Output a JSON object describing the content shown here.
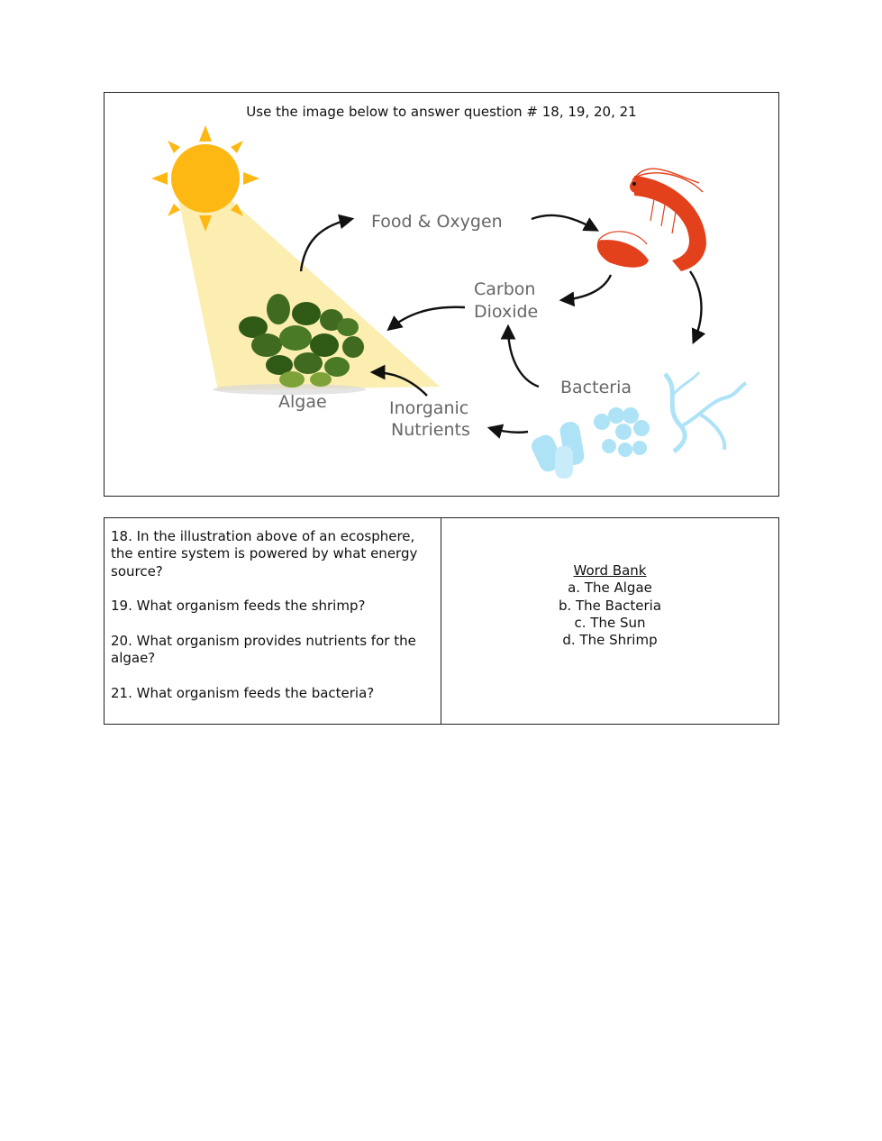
{
  "diagram": {
    "instruction": "Use the image below to answer question # 18, 19, 20, 21",
    "labels": {
      "food_oxygen": "Food & Oxygen",
      "carbon": "Carbon",
      "dioxide": "Dioxide",
      "algae": "Algae",
      "inorganic": "Inorganic",
      "nutrients": "Nutrients",
      "bacteria": "Bacteria"
    },
    "colors": {
      "sun": "#fdb813",
      "light_beam": "#fbeeb0",
      "algae": "#3f6a1f",
      "shrimp": "#e2411b",
      "bacteria": "#aee3f7",
      "label_text": "#666666"
    },
    "icons": [
      "sun-icon",
      "algae-cluster-icon",
      "shrimp-icon",
      "bacteria-icon"
    ]
  },
  "questions": [
    "18. In the illustration above of an ecosphere, the entire system is powered by what energy source?",
    "19. What organism feeds the shrimp?",
    "20. What organism provides nutrients for the algae?",
    "21. What organism feeds the bacteria?"
  ],
  "word_bank": {
    "title": "Word Bank",
    "items": [
      "a. The Algae",
      "b. The Bacteria",
      "c. The Sun",
      "d. The Shrimp"
    ]
  }
}
